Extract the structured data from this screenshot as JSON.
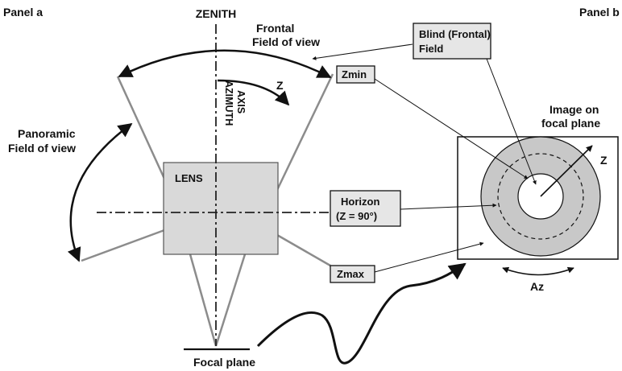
{
  "panel_labels": {
    "left": "Panel a",
    "right": "Panel b"
  },
  "labels": {
    "zenith": "ZENITH",
    "frontal_fov_1": "Frontal",
    "frontal_fov_2": "Field of view",
    "panoramic_fov_1": "Panoramic",
    "panoramic_fov_2": "Field of view",
    "z_angle": "Z",
    "azimuth_axis_1": "AZIMUTH",
    "azimuth_axis_2": "AXIS",
    "lens": "LENS",
    "focal_plane": "Focal plane",
    "image_on_focal_plane_1": "Image on",
    "image_on_focal_plane_2": "focal plane",
    "z_image": "Z",
    "azimuth_image": "Az"
  },
  "boxes": {
    "blind_field_1": "Blind (Frontal)",
    "blind_field_2": "Field",
    "zmin": "Zmin",
    "horizon_1": "Horizon",
    "horizon_2": "(Z = 90°)",
    "zmax": "Zmax"
  },
  "colors": {
    "ink": "#111111",
    "lens_fill": "#d9d9d9",
    "ring_fill": "#c8c8c8",
    "box_fill": "#e6e6e6",
    "ray_gray": "#8c8c8c"
  }
}
